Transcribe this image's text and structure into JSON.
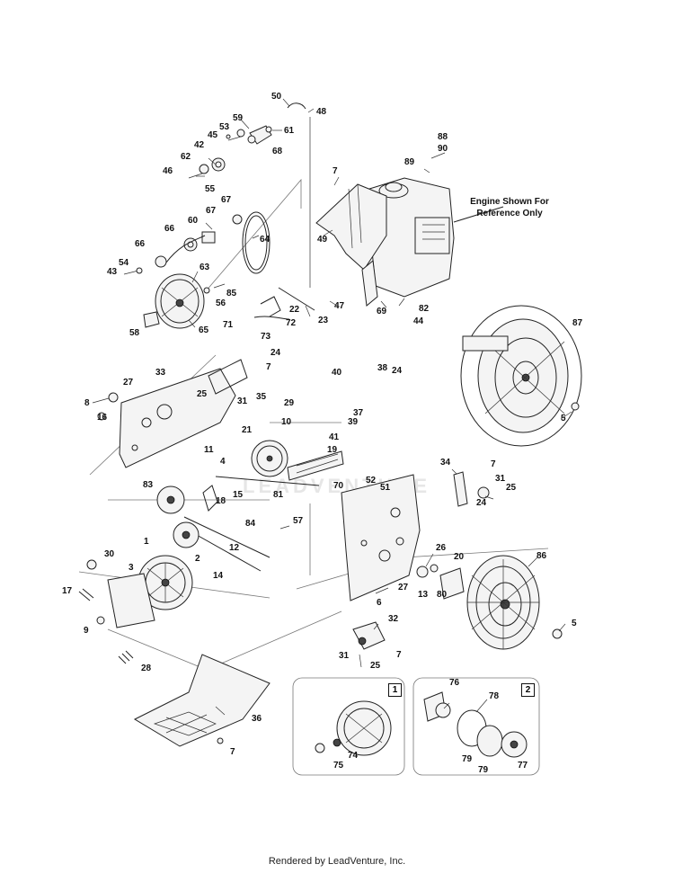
{
  "note_engine": [
    "Engine Shown For",
    "Reference Only"
  ],
  "inset_tags": [
    "1",
    "2"
  ],
  "watermark": "LEADVENTURE",
  "footer": "Rendered by LeadVenture, Inc.",
  "callouts": {
    "c1": "50",
    "c2": "48",
    "c3": "59",
    "c4": "53",
    "c5": "61",
    "c6": "45",
    "c7": "68",
    "c8": "42",
    "c9": "62",
    "c10": "46",
    "c11": "55",
    "c12": "88",
    "c13": "90",
    "c14": "89",
    "c15": "7",
    "c16": "67",
    "c17": "67",
    "c18": "60",
    "c19": "66",
    "c20": "64",
    "c21": "66",
    "c22": "54",
    "c23": "63",
    "c24": "43",
    "c25": "85",
    "c26": "56",
    "c27": "49",
    "c28": "22",
    "c29": "23",
    "c30": "47",
    "c31": "69",
    "c32": "82",
    "c33": "44",
    "c34": "71",
    "c35": "72",
    "c36": "58",
    "c37": "65",
    "c38": "73",
    "c39": "24",
    "c40": "7",
    "c41": "87",
    "c42": "33",
    "c43": "27",
    "c44": "8",
    "c45": "25",
    "c46": "16",
    "c47": "35",
    "c48": "31",
    "c49": "40",
    "c50": "38",
    "c51": "24",
    "c52": "5",
    "c53": "29",
    "c54": "37",
    "c55": "39",
    "c56": "10",
    "c57": "21",
    "c58": "41",
    "c59": "19",
    "c60": "11",
    "c61": "4",
    "c62": "83",
    "c63": "18",
    "c64": "15",
    "c65": "81",
    "c66": "70",
    "c67": "52",
    "c68": "51",
    "c69": "34",
    "c70": "7",
    "c71": "31",
    "c72": "25",
    "c73": "24",
    "c74": "84",
    "c75": "57",
    "c76": "1",
    "c77": "2",
    "c78": "12",
    "c79": "14",
    "c80": "30",
    "c81": "3",
    "c82": "17",
    "c83": "9",
    "c84": "28",
    "c85": "26",
    "c86": "20",
    "c87": "86",
    "c88": "27",
    "c89": "6",
    "c90": "13",
    "c91": "80",
    "c92": "5",
    "c93": "32",
    "c94": "31",
    "c95": "7",
    "c96": "25",
    "c97": "36",
    "c98": "7",
    "c99": "76",
    "c100": "78",
    "c101": "74",
    "c102": "75",
    "c103": "79",
    "c104": "79",
    "c105": "77"
  }
}
